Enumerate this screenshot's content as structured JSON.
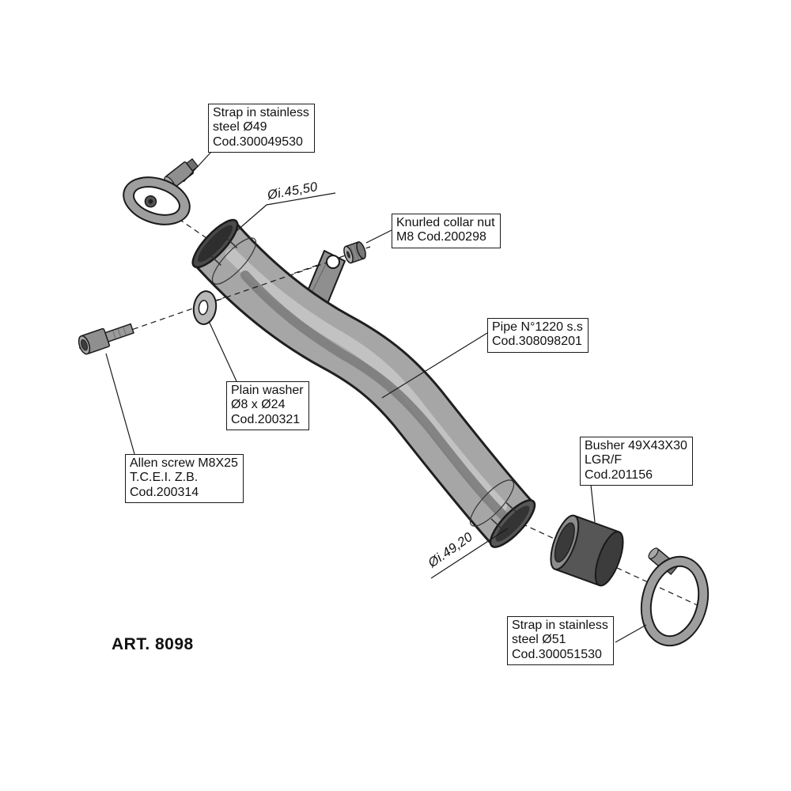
{
  "art_number": "ART. 8098",
  "dimensions": {
    "inlet": "Øi.45,50",
    "outlet": "Øi.49,20"
  },
  "callouts": {
    "strap_49": {
      "lines": [
        "Strap in stainless",
        "steel Ø49",
        "Cod.300049530"
      ]
    },
    "knurled_nut": {
      "lines": [
        "Knurled collar nut",
        "M8 Cod.200298"
      ]
    },
    "pipe": {
      "lines": [
        "Pipe N°1220 s.s",
        "Cod.308098201"
      ]
    },
    "plain_washer": {
      "lines": [
        "Plain washer",
        "Ø8 x Ø24",
        "Cod.200321"
      ]
    },
    "allen_screw": {
      "lines": [
        "Allen screw M8X25",
        "T.C.E.I. Z.B.",
        "Cod.200314"
      ]
    },
    "busher": {
      "lines": [
        "Busher 49X43X30",
        "LGR/F",
        "Cod.201156"
      ]
    },
    "strap_51": {
      "lines": [
        "Strap in stainless",
        "steel Ø51",
        "Cod.300051530"
      ]
    }
  },
  "colors": {
    "outline": "#1a1a1a",
    "pipe_gray": "#a6a6a6",
    "dark_part_gray": "#565656",
    "background": "#ffffff"
  }
}
